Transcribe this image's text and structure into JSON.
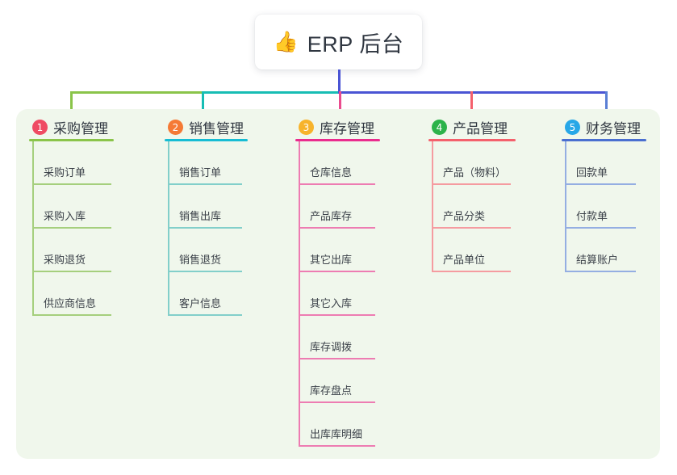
{
  "diagram": {
    "type": "mind-map",
    "root": {
      "icon": "thumbs-up-icon",
      "emoji": "👍",
      "title": "ERP 后台"
    },
    "panel_color": "#f0f7ec",
    "connector_segments": [
      {
        "name": "root-stem",
        "color": "#4a54d4"
      },
      {
        "name": "bar-green",
        "color": "#8ac44a"
      },
      {
        "name": "bar-teal",
        "color": "#17bdb4"
      },
      {
        "name": "bar-blue",
        "color": "#4a54d4"
      },
      {
        "name": "drop-purchase",
        "color": "#8ac44a"
      },
      {
        "name": "drop-sales",
        "color": "#17bdb4"
      },
      {
        "name": "drop-inventory",
        "color": "#ea4c8e"
      },
      {
        "name": "drop-product",
        "color": "#f4616c"
      },
      {
        "name": "drop-finance",
        "color": "#5a7fd4"
      }
    ],
    "columns": [
      {
        "index": "1",
        "title": "采购管理",
        "badge_color": "#ef4b63",
        "rule_color": "#8ac44a",
        "item_rule_color": "#a5cf7d",
        "stem_color": "#a5cf7d",
        "items": [
          "采购订单",
          "采购入库",
          "采购退货",
          "供应商信息"
        ]
      },
      {
        "index": "2",
        "title": "销售管理",
        "badge_color": "#f57a35",
        "rule_color": "#17bdd4",
        "item_rule_color": "#82cfca",
        "stem_color": "#82cfca",
        "items": [
          "销售订单",
          "销售出库",
          "销售退货",
          "客户信息"
        ]
      },
      {
        "index": "3",
        "title": "库存管理",
        "badge_color": "#f7b32b",
        "rule_color": "#ea2c8e",
        "item_rule_color": "#ed7cb2",
        "stem_color": "#ed7cb2",
        "items": [
          "仓库信息",
          "产品库存",
          "其它出库",
          "其它入库",
          "库存调拨",
          "库存盘点",
          "出库库明细"
        ]
      },
      {
        "index": "4",
        "title": "产品管理",
        "badge_color": "#2cb34a",
        "rule_color": "#f4606c",
        "item_rule_color": "#f59ba0",
        "stem_color": "#f59ba0",
        "items": [
          "产品（物料）",
          "产品分类",
          "产品单位"
        ]
      },
      {
        "index": "5",
        "title": "财务管理",
        "badge_color": "#27a7e7",
        "rule_color": "#4a6fd0",
        "item_rule_color": "#94aee2",
        "stem_color": "#94aee2",
        "items": [
          "回款单",
          "付款单",
          "结算账户"
        ]
      }
    ]
  }
}
